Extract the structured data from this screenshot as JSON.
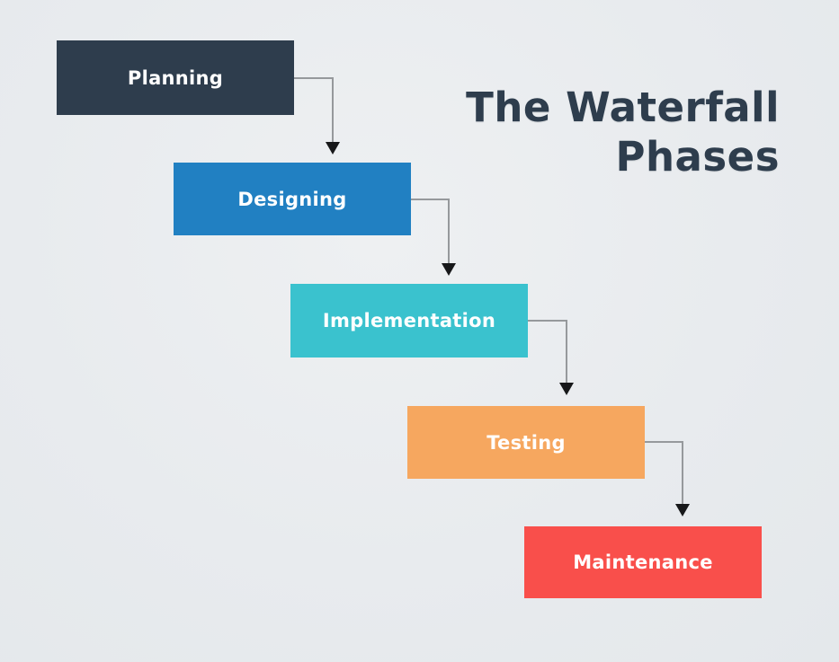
{
  "title": {
    "line1": "The Waterfall",
    "line2": "Phases"
  },
  "phases": [
    {
      "label": "Planning",
      "color": "#2e3d4d"
    },
    {
      "label": "Designing",
      "color": "#2180c2"
    },
    {
      "label": "Implementation",
      "color": "#3ac2ce"
    },
    {
      "label": "Testing",
      "color": "#f6a75f"
    },
    {
      "label": "Maintenance",
      "color": "#f94f4b"
    }
  ],
  "connections": [
    {
      "from": "Planning",
      "to": "Designing"
    },
    {
      "from": "Designing",
      "to": "Implementation"
    },
    {
      "from": "Implementation",
      "to": "Testing"
    },
    {
      "from": "Testing",
      "to": "Maintenance"
    }
  ],
  "colors": {
    "background": "#e8ebee",
    "title_text": "#2e3d4d",
    "box_text": "#ffffff",
    "arrow_line": "#96999c",
    "arrow_head": "#17181a"
  }
}
